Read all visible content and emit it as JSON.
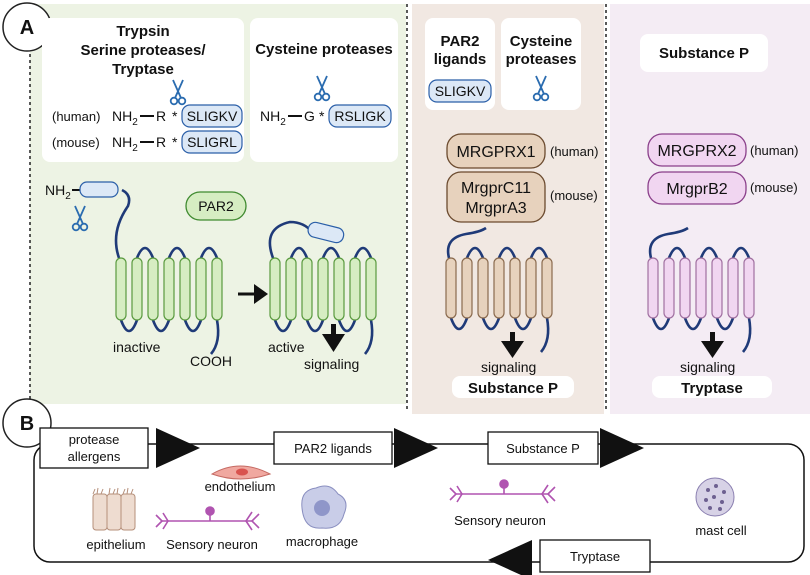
{
  "panel_a": {
    "label": "A",
    "trypsin_box": {
      "title_lines": [
        "Trypsin",
        "Serine proteases/",
        "Tryptase"
      ],
      "rows": [
        {
          "species": "(human)",
          "prefix": "NH",
          "sub": "2",
          "residue": "R",
          "star": "*",
          "peptide": "SLIGKV"
        },
        {
          "species": "(mouse)",
          "prefix": "NH",
          "sub": "2",
          "residue": "R",
          "star": "*",
          "peptide": "SLIGRL"
        }
      ]
    },
    "cysteine_box": {
      "title": "Cysteine proteases",
      "prefix": "NH",
      "sub": "2",
      "residue": "G",
      "star": "*",
      "peptide": "RSLIGK"
    },
    "receptor": {
      "nh2_prefix": "NH",
      "nh2_sub": "2",
      "name": "PAR2",
      "inactive_label": "inactive",
      "cooh_label": "COOH",
      "active_label": "active",
      "signaling_label": "signaling"
    },
    "mrgprx_panel": {
      "ligands_title_lines": [
        "PAR2",
        "ligands"
      ],
      "ligand_peptide": "SLIGKV",
      "cysteine_title_lines": [
        "Cysteine",
        "proteases"
      ],
      "receptor_human": "MRGPRX1",
      "human_label": "(human)",
      "receptor_mouse_lines": [
        "MrgprC11",
        "MrgprA3"
      ],
      "mouse_label": "(mouse)",
      "signaling_label": "signaling",
      "output": "Substance P"
    },
    "substance_p_panel": {
      "title": "Substance P",
      "receptor_human": "MRGPRX2",
      "human_label": "(human)",
      "receptor_mouse": "MrgprB2",
      "mouse_label": "(mouse)",
      "signaling_label": "signaling",
      "output": "Tryptase"
    }
  },
  "panel_b": {
    "label": "B",
    "flow": [
      "protease\nallergens",
      "PAR2 ligands",
      "Substance P"
    ],
    "flow_lines_first": [
      "protease",
      "allergens"
    ],
    "flow_second": "PAR2 ligands",
    "flow_third": "Substance P",
    "return": "Tryptase",
    "cells": {
      "epithelium": "epithelium",
      "endothelium": "endothelium",
      "sensory_neuron_left": "Sensory neuron",
      "macrophage": "macrophage",
      "sensory_neuron_right": "Sensory neuron",
      "mast_cell": "mast cell"
    }
  },
  "colors": {
    "panel1_bg": "#edf3e4",
    "panel2_bg": "#f1e8e2",
    "panel3_bg": "#f4ecf4",
    "receptor_green": "#d6edc2",
    "receptor_tan": "#e7d2bd",
    "receptor_pink": "#f1d6f1",
    "membrane_line": "#1f3a78",
    "peptide_blue": "#dce8f6"
  }
}
